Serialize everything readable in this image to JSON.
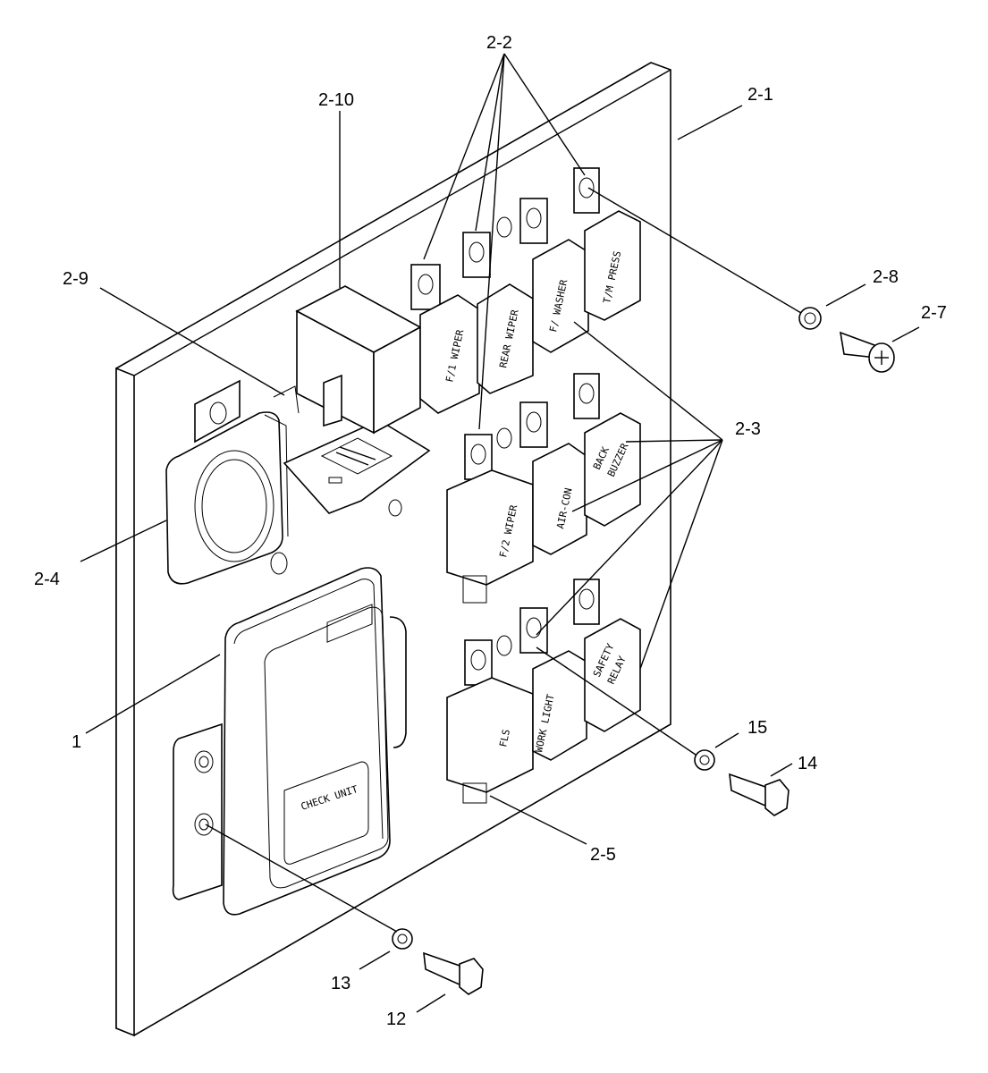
{
  "callouts": {
    "c_2_1": "2-1",
    "c_2_2": "2-2",
    "c_2_3": "2-3",
    "c_2_4": "2-4",
    "c_2_5": "2-5",
    "c_2_7": "2-7",
    "c_2_8": "2-8",
    "c_2_9": "2-9",
    "c_2_10": "2-10",
    "c_1": "1",
    "c_12": "12",
    "c_13": "13",
    "c_14": "14",
    "c_15": "15"
  },
  "relays": {
    "f1_wiper": "F/1 WIPER",
    "rear_wiper": "REAR WIPER",
    "f_washer": "F/ WASHER",
    "tm_press": "T/M PRESS",
    "f2_wiper": "F/2 WIPER",
    "air_con": "AIR-CON",
    "back_buzzer_1": "BACK",
    "back_buzzer_2": "BUZZER",
    "fls": "FLS",
    "work_light": "WORK LIGHT",
    "safety_relay_1": "SAFETY",
    "safety_relay_2": "RELAY"
  },
  "check_unit_label": "CHECK UNIT",
  "colors": {
    "line": "#000000",
    "background": "#ffffff"
  }
}
